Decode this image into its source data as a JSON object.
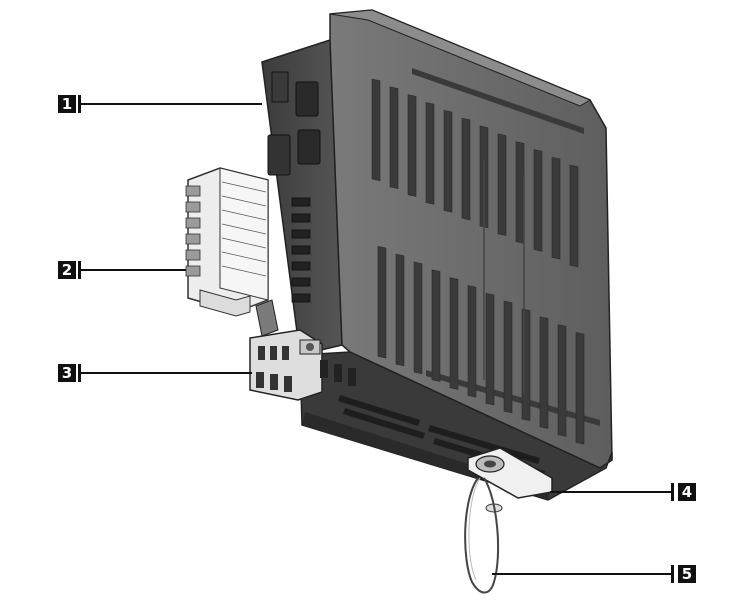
{
  "callouts": [
    {
      "id": "1",
      "label": "1"
    },
    {
      "id": "2",
      "label": "2"
    },
    {
      "id": "3",
      "label": "3"
    },
    {
      "id": "4",
      "label": "4"
    },
    {
      "id": "5",
      "label": "5"
    }
  ],
  "colors": {
    "housing_dark": "#4a4a4a",
    "housing_mid": "#6e6e6e",
    "housing_light": "#9a9a9a",
    "connector_white": "#e8e8e8",
    "line": "#111111"
  }
}
